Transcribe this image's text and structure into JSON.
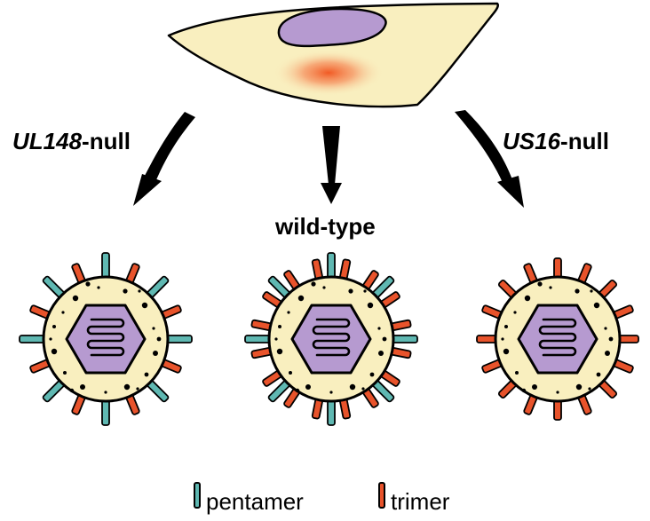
{
  "labels": {
    "left_gene": "UL148",
    "left_suffix": "-null",
    "center": "wild-type",
    "right_gene": "US16",
    "right_suffix": "-null"
  },
  "legend": {
    "pentamer": "pentamer",
    "trimer": "trimer"
  },
  "colors": {
    "cell_fill": "#f9efbf",
    "nucleus": "#b69ad0",
    "glow": "#f15a24",
    "pentamer": "#5fb8b2",
    "trimer": "#e8532b",
    "envelope": "#f9efbf",
    "capsid": "#b69ad0"
  },
  "virions": [
    {
      "name": "ul148-null-virion",
      "glycoprotein_counts": {
        "pentamer": 8,
        "trimer": 8
      }
    },
    {
      "name": "wild-type-virion",
      "glycoprotein_counts": {
        "pentamer": 8,
        "trimer": 16
      }
    },
    {
      "name": "us16-null-virion",
      "glycoprotein_counts": {
        "pentamer": 0,
        "trimer": 16
      }
    }
  ]
}
